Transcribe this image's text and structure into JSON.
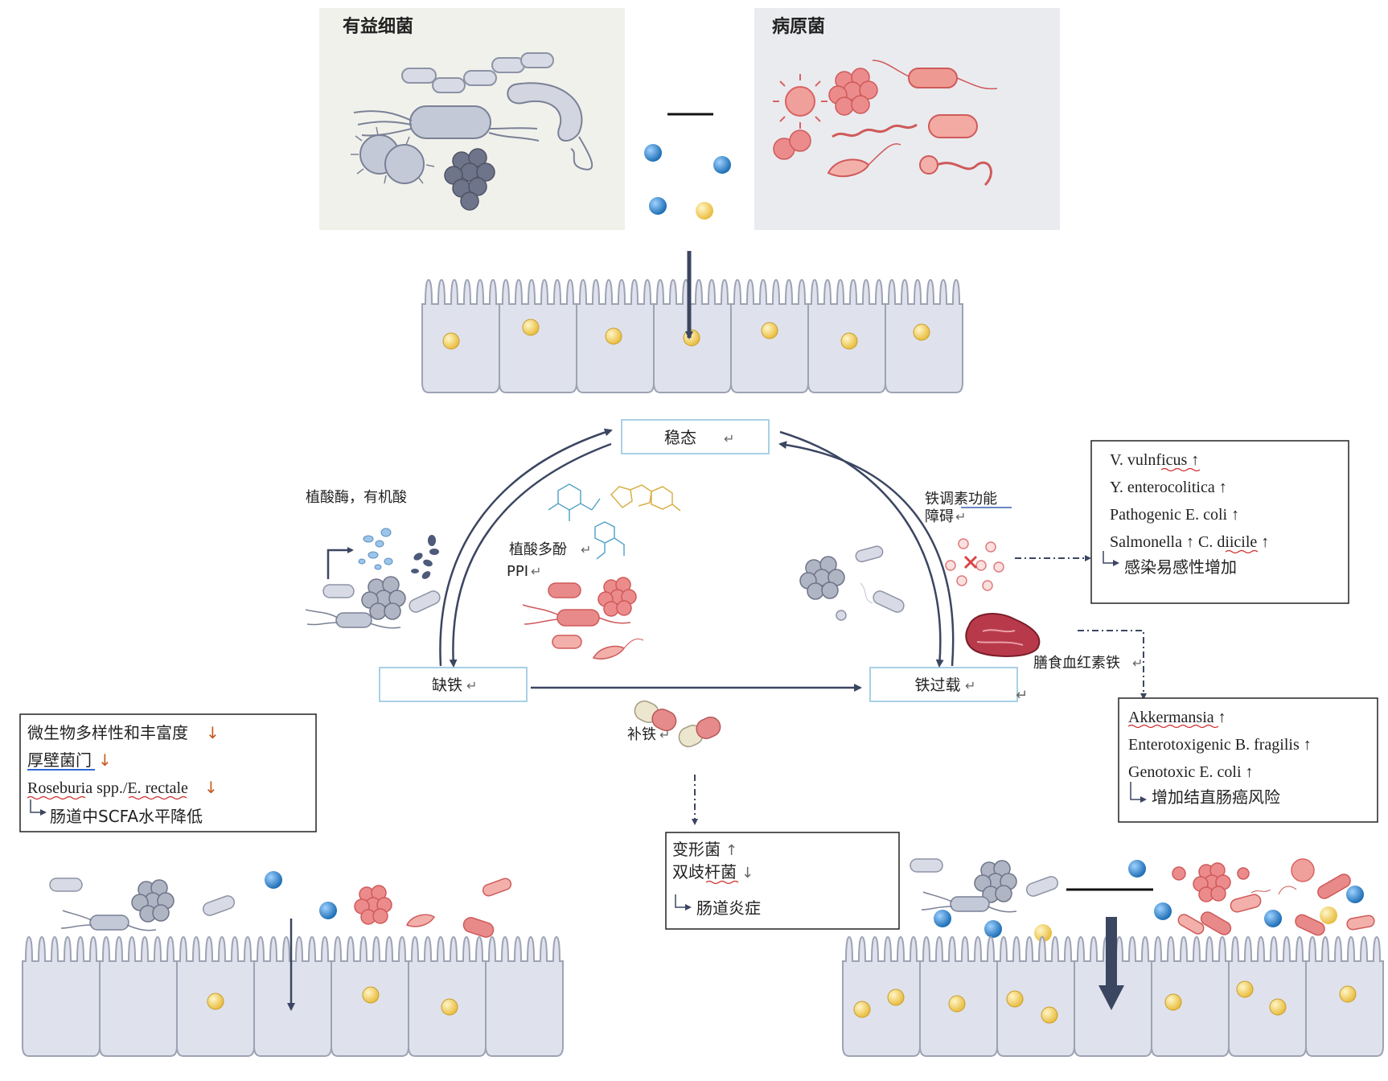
{
  "panels": {
    "beneficial_label": "有益细菌",
    "pathogen_label": "病原菌"
  },
  "states": {
    "homeostasis": "稳态",
    "deficiency": "缺铁",
    "overload": "铁过载"
  },
  "labels": {
    "phytase": "植酸酶，有机酸",
    "phytate_polyphenol": "植酸多酚",
    "ppi": "PPI",
    "hepcidin_line1": "铁调素功能",
    "hepcidin_line2": "障碍",
    "heme_iron": "膳食血红素铁",
    "supplement": "补铁"
  },
  "boxes": {
    "infection": {
      "lines": [
        "V. vulnficus ↑",
        "Y. enterocolitica ↑",
        "Pathogenic E. coli ↑",
        "Salmonella ↑ C. diicile ↑"
      ],
      "outcome": "感染易感性增加"
    },
    "crc": {
      "lines": [
        "Akkermansia ↑",
        "Enterotoxigenic  B. fragilis  ↑",
        "Genotoxic  E. coli  ↑"
      ],
      "outcome": "增加结直肠癌风险"
    },
    "deficiency_effects": {
      "line1": "微生物多样性和丰富度",
      "line2": "厚壁菌门",
      "line3": "Roseburia spp./E. rectale",
      "arrow": "↓",
      "outcome": "肠道中SCFA水平降低"
    },
    "inflammation": {
      "line1": "变形菌",
      "line1_arrow": "↑",
      "line2": "双歧杆菌",
      "line2_arrow": "↓",
      "outcome": "肠道炎症"
    }
  },
  "colors": {
    "gut_cell": "#dfe2ec",
    "gut_stroke": "#9da3b4",
    "iron_yellow": "#f4d06a",
    "iron_blue": "#3b8fd2",
    "pathogen_red": "#e88a8a",
    "beneficial_gray": "#b9bfcf",
    "arrow_dark": "#3b4661",
    "box_stroke": "#a8d0e6"
  }
}
